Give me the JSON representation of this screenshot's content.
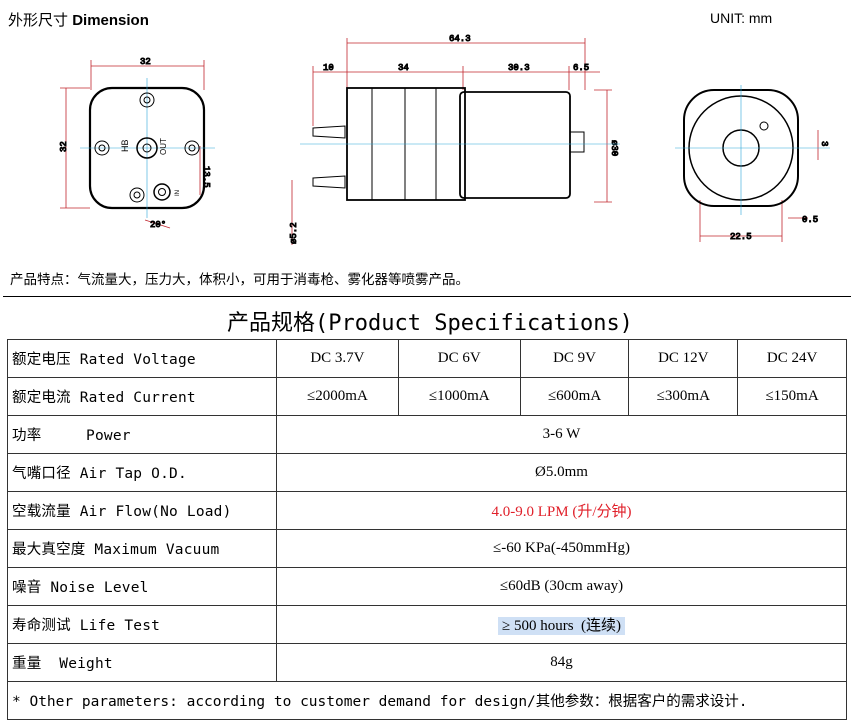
{
  "dimension": {
    "title_cn": "外形尺寸",
    "title_en": "Dimension",
    "unit": "UNIT: mm",
    "labels": {
      "d32w": "32",
      "d32h": "32",
      "d13_5": "13.5",
      "d20deg": "20°",
      "d64_3": "64.3",
      "d10": "10",
      "d34": "34",
      "d30_3": "30.3",
      "d6_5": "6.5",
      "d5_2": "ø5.2",
      "d30dia": "ø30",
      "d22_5": "22.5",
      "d0_5": "0.5",
      "d3": "3"
    },
    "port_labels": {
      "hb": "HB",
      "out": "OUT",
      "in": "IN"
    }
  },
  "features": "产品特点：气流量大，压力大，体积小，可用于消毒枪、雾化器等喷雾产品。",
  "spec": {
    "title": "产品规格(Product Specifications)",
    "rows": [
      {
        "label": "额定电压 Rated Voltage",
        "values": [
          "DC 3.7V",
          "DC 6V",
          "DC 9V",
          "DC 12V",
          "DC 24V"
        ]
      },
      {
        "label": "额定电流 Rated Current",
        "values": [
          "≤2000mA",
          "≤1000mA",
          "≤600mA",
          "≤300mA",
          "≤150mA"
        ]
      },
      {
        "label": "功率     Power",
        "value": "3-6 W"
      },
      {
        "label": "气嘴口径 Air Tap O.D.",
        "value": "Ø5.0mm"
      },
      {
        "label": "空载流量 Air Flow(No Load)",
        "value": "4.0-9.0 LPM (升/分钟)"
      },
      {
        "label": "最大真空度 Maximum Vacuum",
        "value": "≤-60 KPa(-450mmHg)"
      },
      {
        "label": "噪音 Noise Level",
        "value": "≤60dB (30cm away)"
      },
      {
        "label": "寿命测试 Life Test",
        "value": "≥ 500 hours  (连续)"
      },
      {
        "label": "重量  Weight",
        "value": "84g"
      }
    ],
    "note": "* Other parameters: according to customer demand for design/其他参数：根据客户的需求设计."
  }
}
